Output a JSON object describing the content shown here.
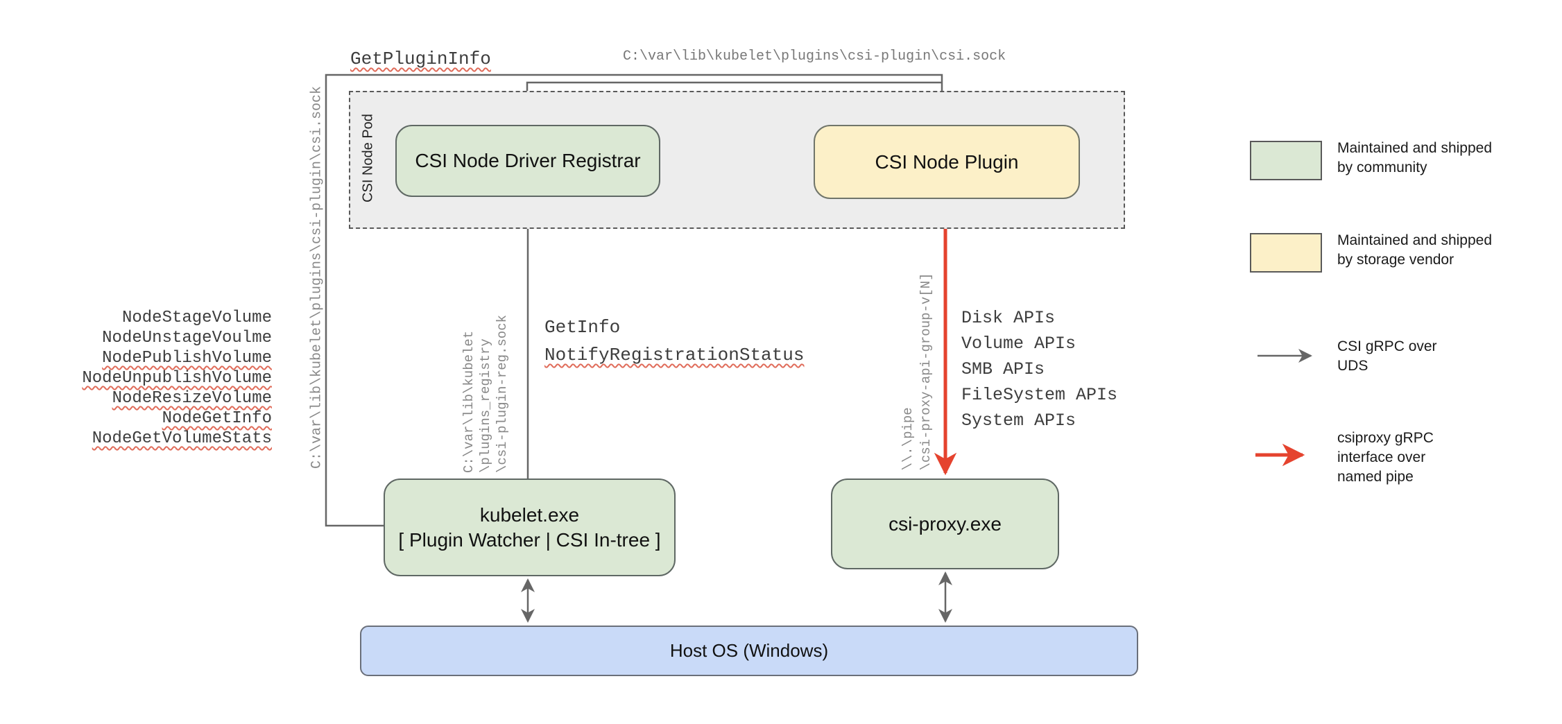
{
  "nodes": {
    "pod_label": "CSI Node Pod",
    "registrar": "CSI Node Driver Registrar",
    "plugin": "CSI Node Plugin",
    "kubelet_line1": "kubelet.exe",
    "kubelet_line2": "[ Plugin Watcher | CSI In-tree ]",
    "csi_proxy": "csi-proxy.exe",
    "host_os": "Host OS (Windows)"
  },
  "edges": {
    "get_plugin_info": "GetPluginInfo",
    "top_socket_path": "C:\\var\\lib\\kubelet\\plugins\\csi-plugin\\csi.sock",
    "left_socket_path": "C:\\var\\lib\\kubelet\\plugins\\csi-plugin\\csi.sock",
    "get_info": "GetInfo",
    "notify_registration_status": "NotifyRegistrationStatus",
    "registry_path": "C:\\var\\lib\\kubelet\n\\plugins_registry\n\\csi-plugin-reg.sock",
    "pipe_path": "\\\\.\\pipe\n\\csi-proxy-api-group-v[N]"
  },
  "node_rpcs": [
    "NodeStageVolume",
    "NodeUnstageVoulme",
    "NodePublishVolume",
    "NodeUnpublishVolume",
    "NodeResizeVolume",
    "NodeGetInfo",
    "NodeGetVolumeStats"
  ],
  "proxy_apis": [
    "Disk APIs",
    "Volume APIs",
    "SMB APIs",
    "FileSystem APIs",
    "System APIs"
  ],
  "legend": {
    "community": "Maintained and shipped by community",
    "vendor": "Maintained and shipped by storage vendor",
    "uds": "CSI gRPC over UDS",
    "named_pipe": "csiproxy gRPC interface over named pipe"
  },
  "colors": {
    "community_green": "#dbe8d4",
    "vendor_yellow": "#fcf0c8",
    "host_blue": "#c9daf8",
    "pod_gray": "#ededed",
    "connector_gray": "#666666",
    "csiproxy_red": "#e5432e",
    "squiggle_red": "#e06c5a"
  }
}
